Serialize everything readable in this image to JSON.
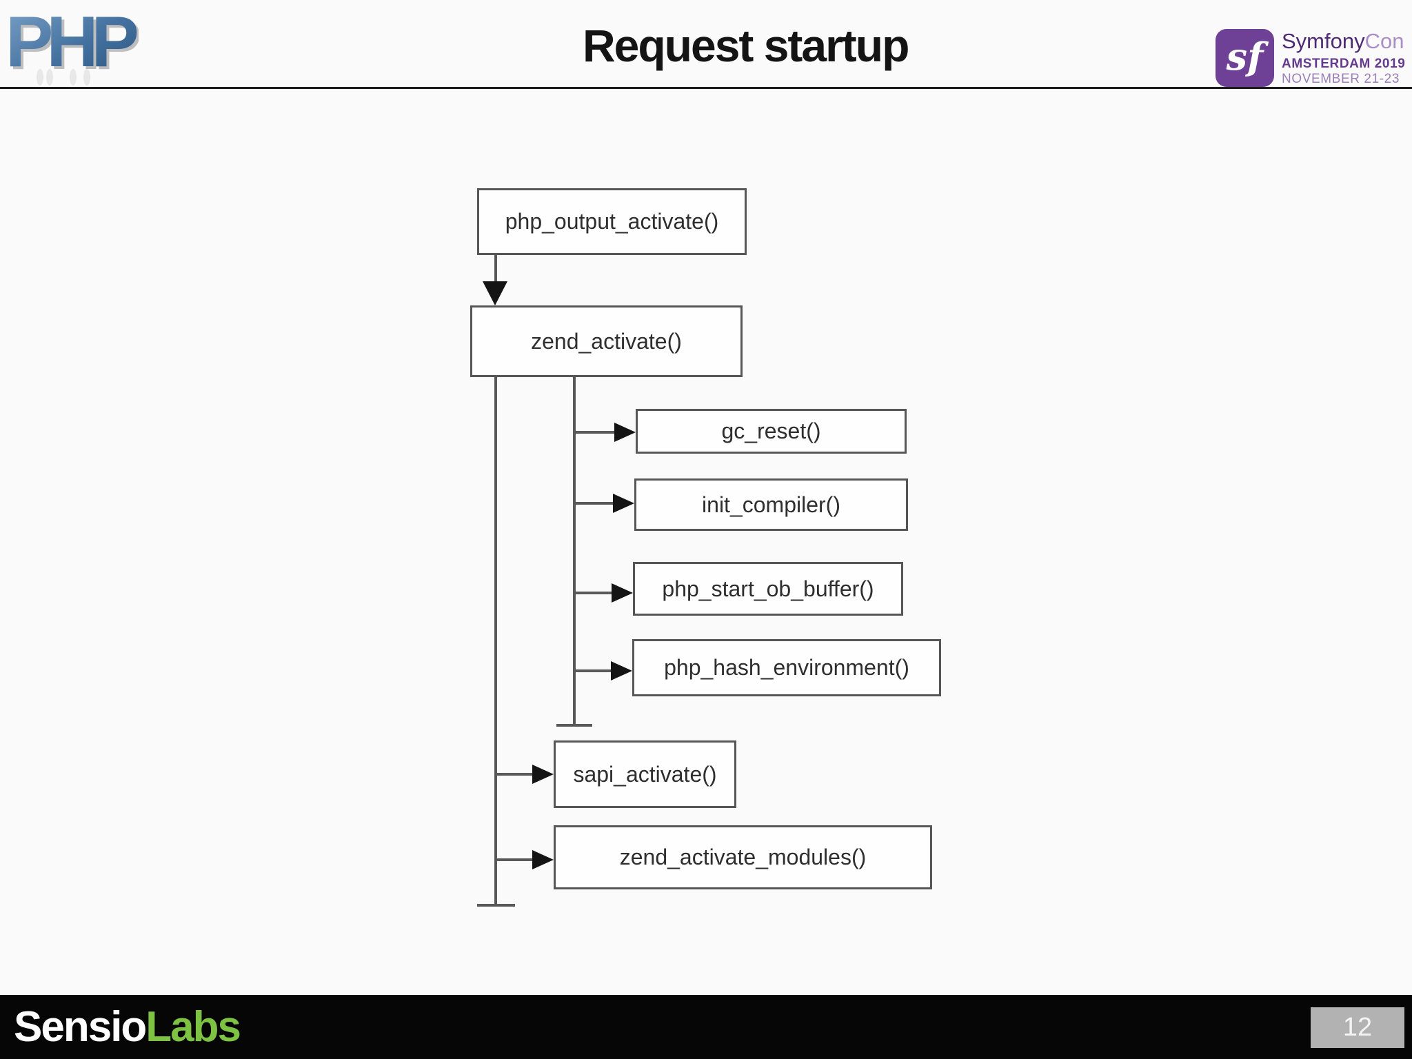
{
  "header": {
    "title": "Request startup",
    "php_logo_text": "PHP",
    "symfonycon": {
      "sf_monogram": "sf",
      "name_part1": "Symfony",
      "name_part2": "Con",
      "event_line": "AMSTERDAM 2019",
      "date_line": "NOVEMBER 21-23"
    }
  },
  "diagram": {
    "nodes": [
      {
        "id": "php_output_activate",
        "label": "php_output_activate()"
      },
      {
        "id": "zend_activate",
        "label": "zend_activate()"
      },
      {
        "id": "gc_reset",
        "label": "gc_reset()"
      },
      {
        "id": "init_compiler",
        "label": "init_compiler()"
      },
      {
        "id": "php_start_ob_buffer",
        "label": "php_start_ob_buffer()"
      },
      {
        "id": "php_hash_environment",
        "label": "php_hash_environment()"
      },
      {
        "id": "sapi_activate",
        "label": "sapi_activate()"
      },
      {
        "id": "zend_activate_modules",
        "label": "zend_activate_modules()"
      }
    ]
  },
  "footer": {
    "brand_part1": "Sensio",
    "brand_part2": "Labs",
    "page_number": "12"
  },
  "colors": {
    "accent_green": "#7dc242",
    "symfony_purple": "#6e4196",
    "diagram_line_gray": "#595959",
    "php_blue": "#34679b",
    "footer_black": "#060606",
    "page_badge_gray": "#b2b2b2"
  }
}
